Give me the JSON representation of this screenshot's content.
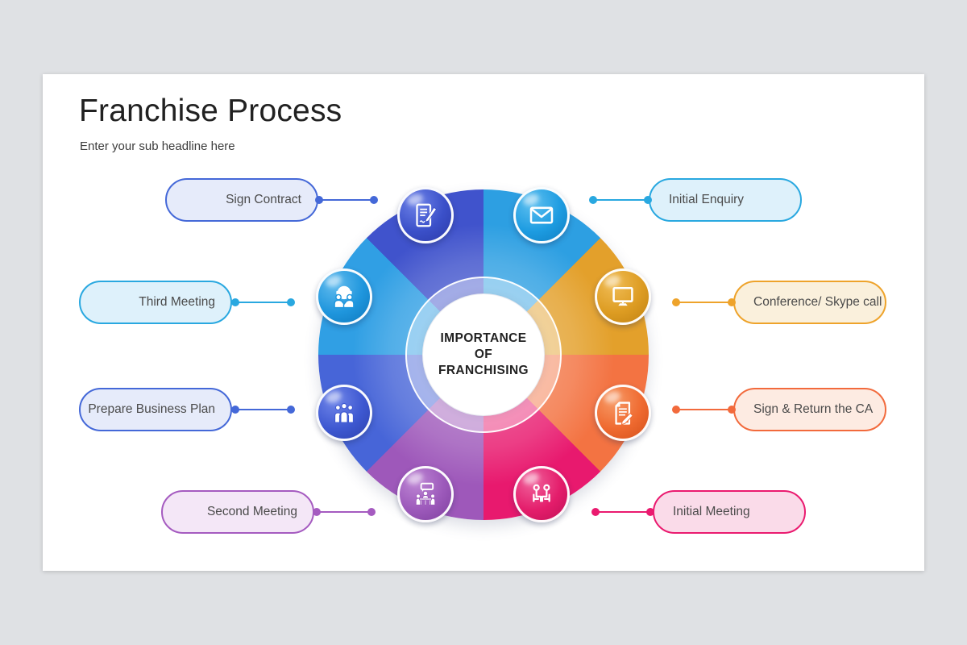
{
  "title": "Franchise Process",
  "subtitle": "Enter your sub headline here",
  "center_text": {
    "line1": "IMPORTANCE",
    "line2": "OF",
    "line3": "FRANCHISING"
  },
  "wheel": {
    "segment_colors_clockwise_from_top": [
      "#2d9fe2",
      "#e3a02b",
      "#f37342",
      "#e8196e",
      "#9e58ba",
      "#4765d8",
      "#309fe4",
      "#4053cc"
    ]
  },
  "steps": [
    {
      "label": "Sign Contract",
      "side": "left",
      "icon": "contract-pen-icon",
      "accent": "#4468d8",
      "pill_fill": "#e6ebfa",
      "circle": {
        "base": "#3b50c9",
        "light": "#6d82e8",
        "dark": "#2b3aa8"
      }
    },
    {
      "label": "Initial Enquiry",
      "side": "right",
      "icon": "envelope-icon",
      "accent": "#29a8e0",
      "pill_fill": "#def1fb",
      "circle": {
        "base": "#1d9ce1",
        "light": "#5fc0f0",
        "dark": "#0f7ec2"
      }
    },
    {
      "label": "Third Meeting",
      "side": "left",
      "icon": "support-meeting-icon",
      "accent": "#29a8e0",
      "pill_fill": "#def1fb",
      "circle": {
        "base": "#1f96dd",
        "light": "#61bbee",
        "dark": "#0e78bd"
      }
    },
    {
      "label": "Conference/ Skype call",
      "side": "right",
      "icon": "monitor-icon",
      "accent": "#eea32b",
      "pill_fill": "#faf0dc",
      "circle": {
        "base": "#dd9c22",
        "light": "#f0bc55",
        "dark": "#c08112"
      }
    },
    {
      "label": "Prepare Business Plan",
      "side": "left",
      "icon": "people-group-icon",
      "accent": "#4468d8",
      "pill_fill": "#e6ebfa",
      "circle": {
        "base": "#3e58d1",
        "light": "#7086e9",
        "dark": "#2c41ae"
      }
    },
    {
      "label": "Sign & Return the CA",
      "side": "right",
      "icon": "document-pencil-icon",
      "accent": "#f26a3c",
      "pill_fill": "#fdebe2",
      "circle": {
        "base": "#ef6a30",
        "light": "#f79a66",
        "dark": "#d4501a"
      }
    },
    {
      "label": "Second Meeting",
      "side": "left",
      "icon": "meeting-table-icon",
      "accent": "#a55bc0",
      "pill_fill": "#f4e7f7",
      "circle": {
        "base": "#9c59ba",
        "light": "#bd85d4",
        "dark": "#7e3f9e"
      }
    },
    {
      "label": "Initial Meeting",
      "side": "right",
      "icon": "interview-icon",
      "accent": "#ea1a6f",
      "pill_fill": "#fadbe9",
      "circle": {
        "base": "#e41d6b",
        "light": "#f0619b",
        "dark": "#c10f56"
      }
    }
  ]
}
